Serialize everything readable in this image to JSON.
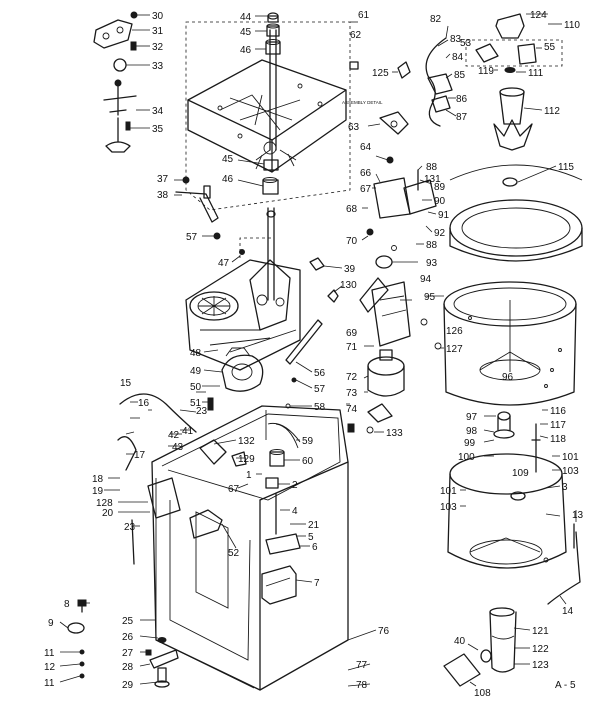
{
  "diagram": {
    "page_code": "A - 5",
    "assembly_note": "ASSEMBLY DETAIL",
    "labels": {
      "n1": "1",
      "n2": "2",
      "n3": "3",
      "n4": "4",
      "n5": "5",
      "n6": "6",
      "n7": "7",
      "n8": "8",
      "n9": "9",
      "n11a": "11",
      "n11b": "11",
      "n12": "12",
      "n13": "13",
      "n14": "14",
      "n15": "15",
      "n16": "16",
      "n17": "17",
      "n18": "18",
      "n19": "19",
      "n20": "20",
      "n21": "21",
      "n23a": "23",
      "n23b": "23",
      "n25": "25",
      "n26": "26",
      "n27": "27",
      "n28": "28",
      "n29": "29",
      "n30": "30",
      "n31": "31",
      "n32": "32",
      "n33": "33",
      "n34": "34",
      "n35": "35",
      "n37": "37",
      "n38": "38",
      "n39": "39",
      "n40": "40",
      "n41": "41",
      "n42": "42",
      "n43": "43",
      "n44": "44",
      "n45a": "45",
      "n45b": "45",
      "n46a": "46",
      "n46b": "46",
      "n47": "47",
      "n48": "48",
      "n49": "49",
      "n50": "50",
      "n51": "51",
      "n52": "52",
      "n53": "53",
      "n55": "55",
      "n56": "56",
      "n57a": "57",
      "n57b": "57",
      "n58": "58",
      "n59": "59",
      "n60": "60",
      "n61": "61",
      "n62": "62",
      "n63": "63",
      "n64": "64",
      "n66": "66",
      "n67a": "67",
      "n67b": "67",
      "n68": "68",
      "n69": "69",
      "n70": "70",
      "n71": "71",
      "n72": "72",
      "n73": "73",
      "n74": "74",
      "n76": "76",
      "n77": "77",
      "n78": "78",
      "n82": "82",
      "n83": "83",
      "n84": "84",
      "n85": "85",
      "n86": "86",
      "n87": "87",
      "n88a": "88",
      "n88b": "88",
      "n89": "89",
      "n90": "90",
      "n91": "91",
      "n92": "92",
      "n93": "93",
      "n94": "94",
      "n95": "95",
      "n96": "96",
      "n97": "97",
      "n98": "98",
      "n99": "99",
      "n100": "100",
      "n101a": "101",
      "n101b": "101",
      "n103a": "103",
      "n103b": "103",
      "n108": "108",
      "n109": "109",
      "n110": "110",
      "n111": "111",
      "n112": "112",
      "n115": "115",
      "n116": "116",
      "n117": "117",
      "n118": "118",
      "n119": "119",
      "n121": "121",
      "n122": "122",
      "n123": "123",
      "n124": "124",
      "n125": "125",
      "n126": "126",
      "n127": "127",
      "n128": "128",
      "n129": "129",
      "n130": "130",
      "n131": "131",
      "n132": "132",
      "n133": "133"
    }
  },
  "colors": {
    "ink": "#1a1a1a",
    "paper": "#ffffff"
  }
}
